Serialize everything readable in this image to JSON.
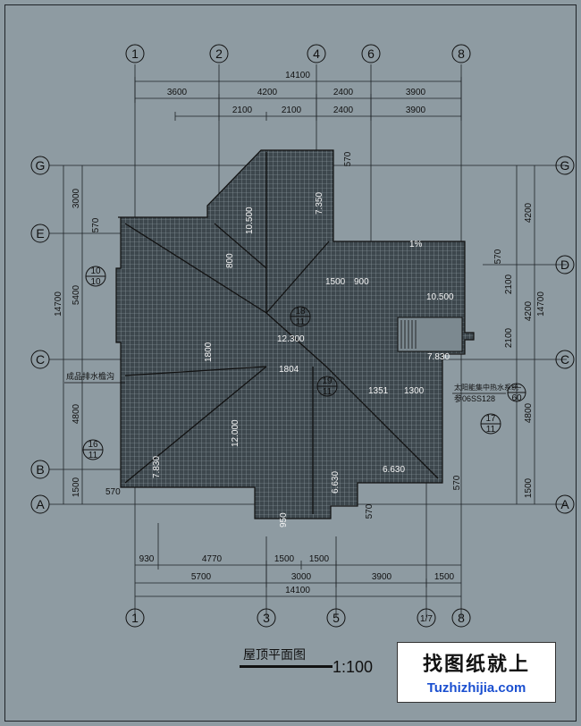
{
  "drawing": {
    "title": "屋顶平面图",
    "scale": "1:100",
    "watermark_cn": "找图纸就上",
    "watermark_en": "Tuzhizhijia.com"
  },
  "axes": {
    "top": [
      "1",
      "2",
      "4",
      "6",
      "8"
    ],
    "bottom": [
      "1",
      "3",
      "5",
      "1/7",
      "8"
    ],
    "left": [
      "G",
      "E",
      "C",
      "B",
      "A"
    ],
    "right": [
      "G",
      "D",
      "C",
      "A"
    ]
  },
  "dimensions": {
    "top_total": "14100",
    "top_row1": [
      "3600",
      "4200",
      "2400",
      "3900"
    ],
    "top_row2": [
      "2100",
      "2100",
      "2400",
      "3900"
    ],
    "top_small": "570",
    "bottom_row1": [
      "930",
      "4770",
      "1500",
      "1500"
    ],
    "bottom_row2": [
      "5700",
      "3000",
      "3900",
      "1500"
    ],
    "bottom_total": "14100",
    "bottom_small": "570",
    "left_outer": "14700",
    "left_inner": [
      "3000",
      "570",
      "5400",
      "4800",
      "1500",
      "570"
    ],
    "right_outer": "14700",
    "right_inner": [
      "4200",
      "570",
      "2100",
      "4200",
      "2100",
      "4800",
      "1500",
      "570"
    ]
  },
  "annotations": {
    "elev_1": "10.500",
    "elev_2": "10.500",
    "elev_3": "12.300",
    "elev_4": "12.000",
    "elev_5": "7.830",
    "elev_6": "6.630",
    "elev_7": "7.830",
    "elev_8": "7.350",
    "elev_9": "6.630",
    "note_drain": "成品排水檐沟",
    "note_solar": "太阳能集中热水系统",
    "note_std": "参06SS128",
    "d1": "1500",
    "d2": "900",
    "d3": "1804",
    "d4": "1300",
    "d5": "1351",
    "d6": "800",
    "d7": "570",
    "d8": "1800",
    "d9": "950",
    "pct": "1%"
  },
  "details": [
    {
      "top": "10",
      "bottom": "10"
    },
    {
      "top": "18",
      "bottom": "11"
    },
    {
      "top": "19",
      "bottom": "11"
    },
    {
      "top": "16",
      "bottom": "11"
    },
    {
      "top": "17",
      "bottom": "11"
    },
    {
      "top": "—",
      "bottom": "60"
    }
  ]
}
